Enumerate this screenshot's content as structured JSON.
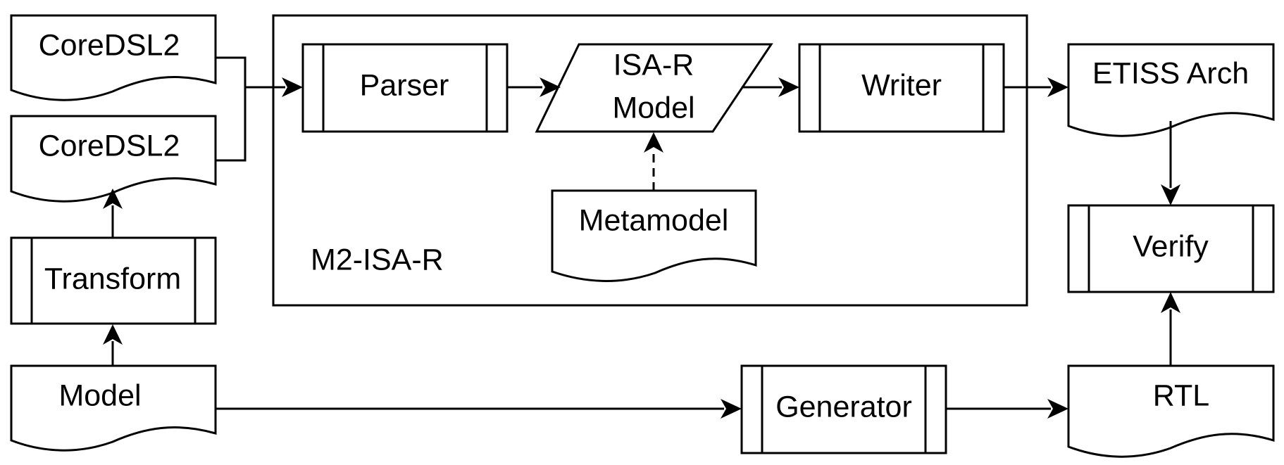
{
  "diagram": {
    "container_label": "M2-ISA-R",
    "nodes": {
      "coredsl_top": "CoreDSL2",
      "coredsl_bottom": "CoreDSL2",
      "transform": "Transform",
      "model": "Model",
      "parser": "Parser",
      "isa_model_line1": "ISA-R",
      "isa_model_line2": "Model",
      "writer": "Writer",
      "metamodel": "Metamodel",
      "etiss_arch": "ETISS Arch",
      "verify": "Verify",
      "generator": "Generator",
      "rtl": "RTL"
    }
  }
}
